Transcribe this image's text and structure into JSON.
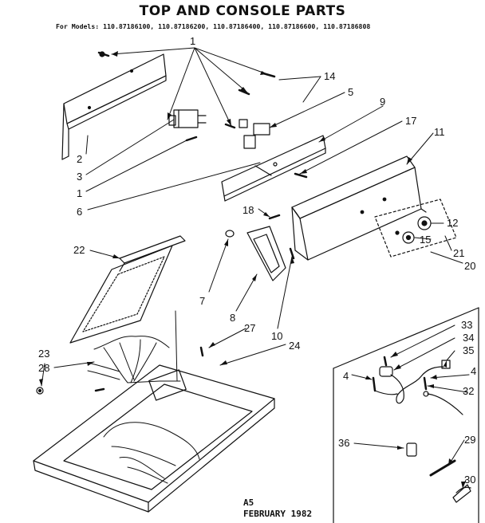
{
  "header": {
    "title": "TOP AND CONSOLE PARTS",
    "models": "For Models: 110.87186100, 110.87186200, 110.87186400, 110.87186600, 110.87186808"
  },
  "footer": {
    "code": "A5",
    "date": "FEBRUARY 1982"
  },
  "callouts": {
    "c1_top": "1",
    "c14": "14",
    "c5": "5",
    "c9": "9",
    "c17": "17",
    "c11": "11",
    "c2": "2",
    "c3": "3",
    "c1_left": "1",
    "c6": "6",
    "c18": "18",
    "c12": "12",
    "c15": "15",
    "c21": "21",
    "c20": "20",
    "c22": "22",
    "c7": "7",
    "c8": "8",
    "c27": "27",
    "c10": "10",
    "c24": "24",
    "c28": "28",
    "c23": "23",
    "c33": "33",
    "c34": "34",
    "c35": "35",
    "c4_right": "4",
    "c4_left": "4",
    "c32": "32",
    "c36": "36",
    "c29": "29",
    "c30": "30"
  }
}
